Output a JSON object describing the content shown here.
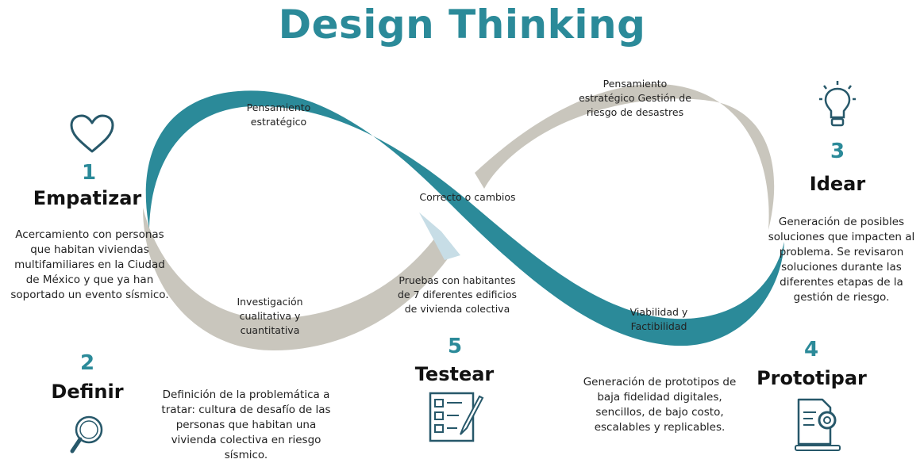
{
  "title": "Design Thinking",
  "colors": {
    "teal": "#2b8a99",
    "gray": "#c9c6bd",
    "light_blue": "#c7dde6",
    "title": "#2b8a99",
    "icon": "#27586a"
  },
  "steps": {
    "empatizar": {
      "number": "1",
      "heading": "Empatizar",
      "icon": "heart-icon",
      "description": "Acercamiento con personas que habitan viviendas multifamiliares en la Ciudad de México y que ya han soportado un evento sísmico."
    },
    "definir": {
      "number": "2",
      "heading": "Definir",
      "icon": "magnifier-icon",
      "description": "Definición de la problemática a tratar: cultura de desafío de las personas que habitan una vivienda colectiva en riesgo sísmico."
    },
    "idear": {
      "number": "3",
      "heading": "Idear",
      "icon": "lightbulb-icon",
      "description": "Generación de posibles soluciones que impacten al problema. Se revisaron soluciones durante las diferentes etapas de la gestión de riesgo."
    },
    "prototipar": {
      "number": "4",
      "heading": "Prototipar",
      "icon": "document-gear-icon",
      "description": "Generación de prototipos de baja fidelidad digitales, sencillos, de bajo costo, escalables y replicables."
    },
    "testear": {
      "number": "5",
      "heading": "Testear",
      "icon": "checklist-icon",
      "description": ""
    }
  },
  "loop_labels": {
    "top_left": "Pensamiento estratégico",
    "top_right": "Pensamiento estratégico Gestión de riesgo de desastres",
    "center": "Correcto o cambios",
    "bottom_left": "Investigación cualitativa y cuantitativa",
    "bottom_center": "Pruebas con habitantes de 7 diferentes edificios de vivienda colectiva",
    "bottom_right": "Viabilidad y Factibilidad"
  }
}
